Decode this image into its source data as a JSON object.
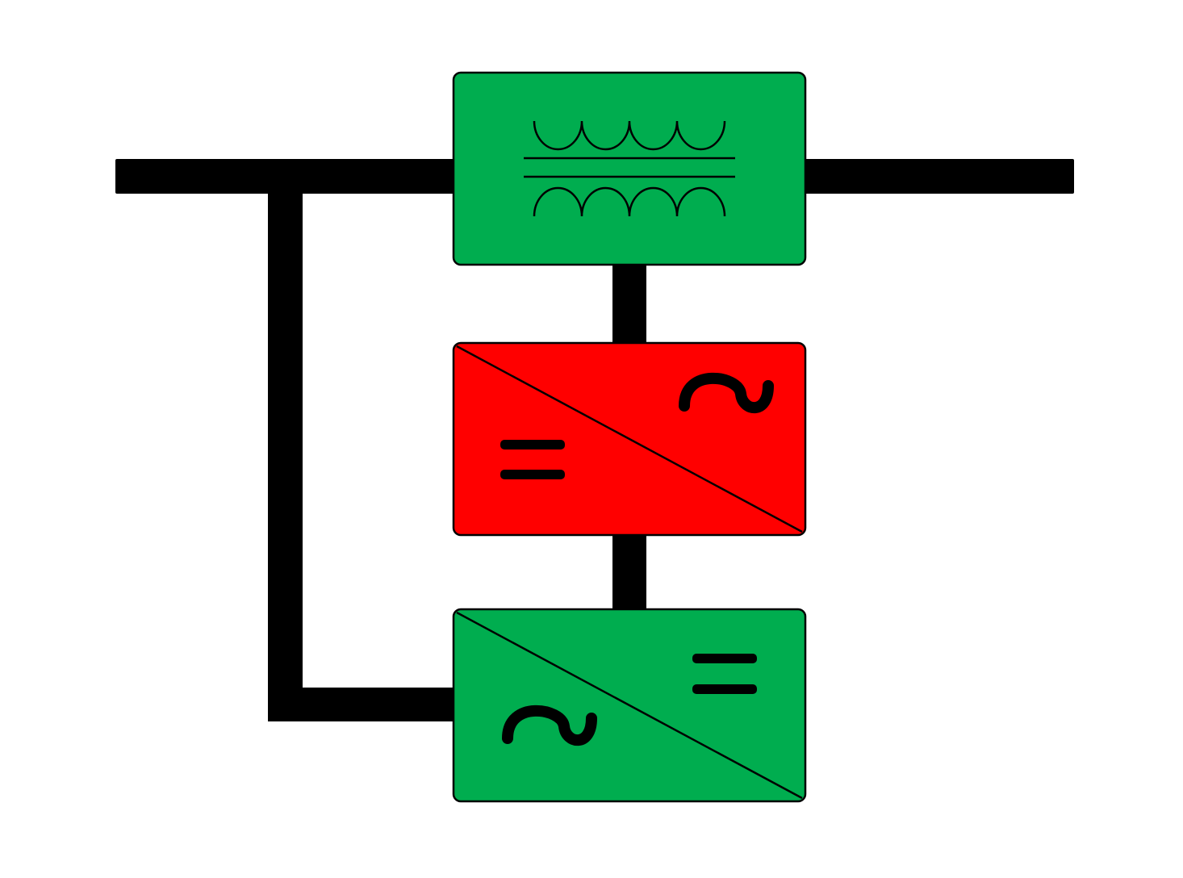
{
  "diagram": {
    "colors": {
      "background": "#ffffff",
      "conductor": "#000000",
      "healthy": "#00ad4f",
      "fault": "#ff0000",
      "outline": "#000000"
    },
    "blocks": [
      {
        "id": "transformer",
        "kind": "transformer",
        "status": "healthy",
        "icon": "transformer-windings-icon"
      },
      {
        "id": "converter-dc-ac",
        "kind": "dc-to-ac-converter",
        "status": "fault",
        "icon": "dc-ac-converter-icon"
      },
      {
        "id": "converter-ac-dc",
        "kind": "ac-to-dc-converter",
        "status": "healthy",
        "icon": "ac-dc-converter-icon"
      }
    ],
    "connections": [
      {
        "from": "left-busbar",
        "to": "transformer"
      },
      {
        "from": "transformer",
        "to": "right-busbar"
      },
      {
        "from": "transformer",
        "to": "converter-dc-ac"
      },
      {
        "from": "converter-dc-ac",
        "to": "converter-ac-dc"
      },
      {
        "from": "left-busbar",
        "to": "converter-ac-dc"
      }
    ]
  }
}
